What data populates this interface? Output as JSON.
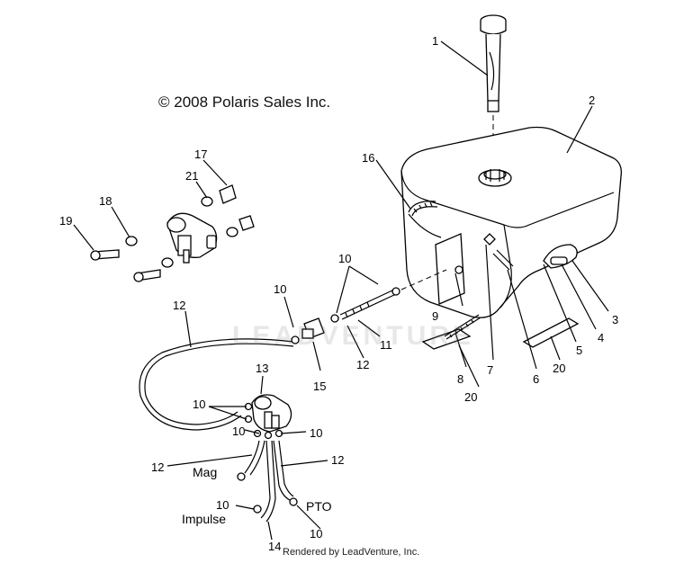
{
  "copyright": "© 2008 Polaris Sales Inc.",
  "footer": "Rendered by LeadVenture, Inc.",
  "watermark": "LEADVENTURE",
  "callouts": {
    "c1": "1",
    "c2": "2",
    "c3": "3",
    "c4": "4",
    "c5": "5",
    "c6": "6",
    "c7": "7",
    "c8": "8",
    "c9": "9",
    "c10a": "10",
    "c10b": "10",
    "c10c": "10",
    "c10d": "10",
    "c10e": "10",
    "c10f": "10",
    "c10g": "10",
    "c11": "11",
    "c12a": "12",
    "c12b": "12",
    "c12c": "12",
    "c12d": "12",
    "c13": "13",
    "c14": "14",
    "c15": "15",
    "c16": "16",
    "c17": "17",
    "c18": "18",
    "c19": "19",
    "c20a": "20",
    "c20b": "20",
    "c21": "21"
  },
  "hose_labels": {
    "mag": "Mag",
    "impulse": "Impulse",
    "pto": "PTO"
  }
}
